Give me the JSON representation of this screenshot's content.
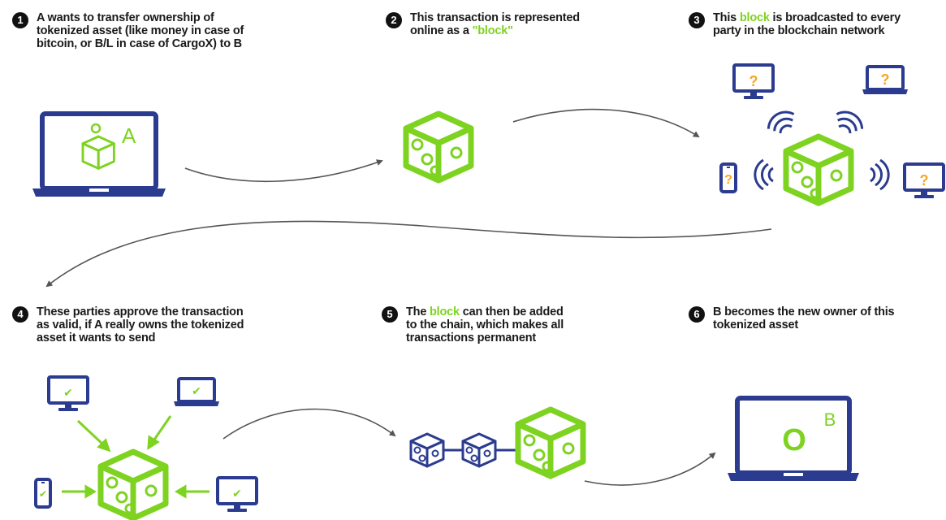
{
  "steps": [
    {
      "num": "1",
      "lines": [
        "A wants to transfer ownership of",
        "tokenized asset (like money in case of",
        "bitcoin, or B/L in case of CargoX) to B"
      ]
    },
    {
      "num": "2",
      "line1": "This transaction is represented",
      "line2_pre": "online as a ",
      "line2_hl": "\"block\""
    },
    {
      "num": "3",
      "line1_pre": "This ",
      "line1_hl": "block",
      "line1_post": " is broadcasted to every",
      "line2": "party in the blockchain network"
    },
    {
      "num": "4",
      "lines": [
        "These parties approve the transaction",
        "as valid, if A really owns the tokenized",
        "asset it wants to send"
      ]
    },
    {
      "num": "5",
      "line1_pre": "The ",
      "line1_hl": "block",
      "line1_post": " can then be added",
      "line2": "to the chain, which makes all",
      "line3": "transactions permanent"
    },
    {
      "num": "6",
      "lines": [
        "B becomes the new owner of this",
        "tokenized asset"
      ]
    }
  ],
  "laptop_a_letter": "A",
  "laptop_b_letter": "B",
  "laptop_b_symbol": "O",
  "unknown_mark": "?",
  "approved_mark": "✔",
  "colors": {
    "green": "#7ed321",
    "navy": "#2b3b8f",
    "orange": "#f5a623",
    "arrow": "#555555"
  }
}
